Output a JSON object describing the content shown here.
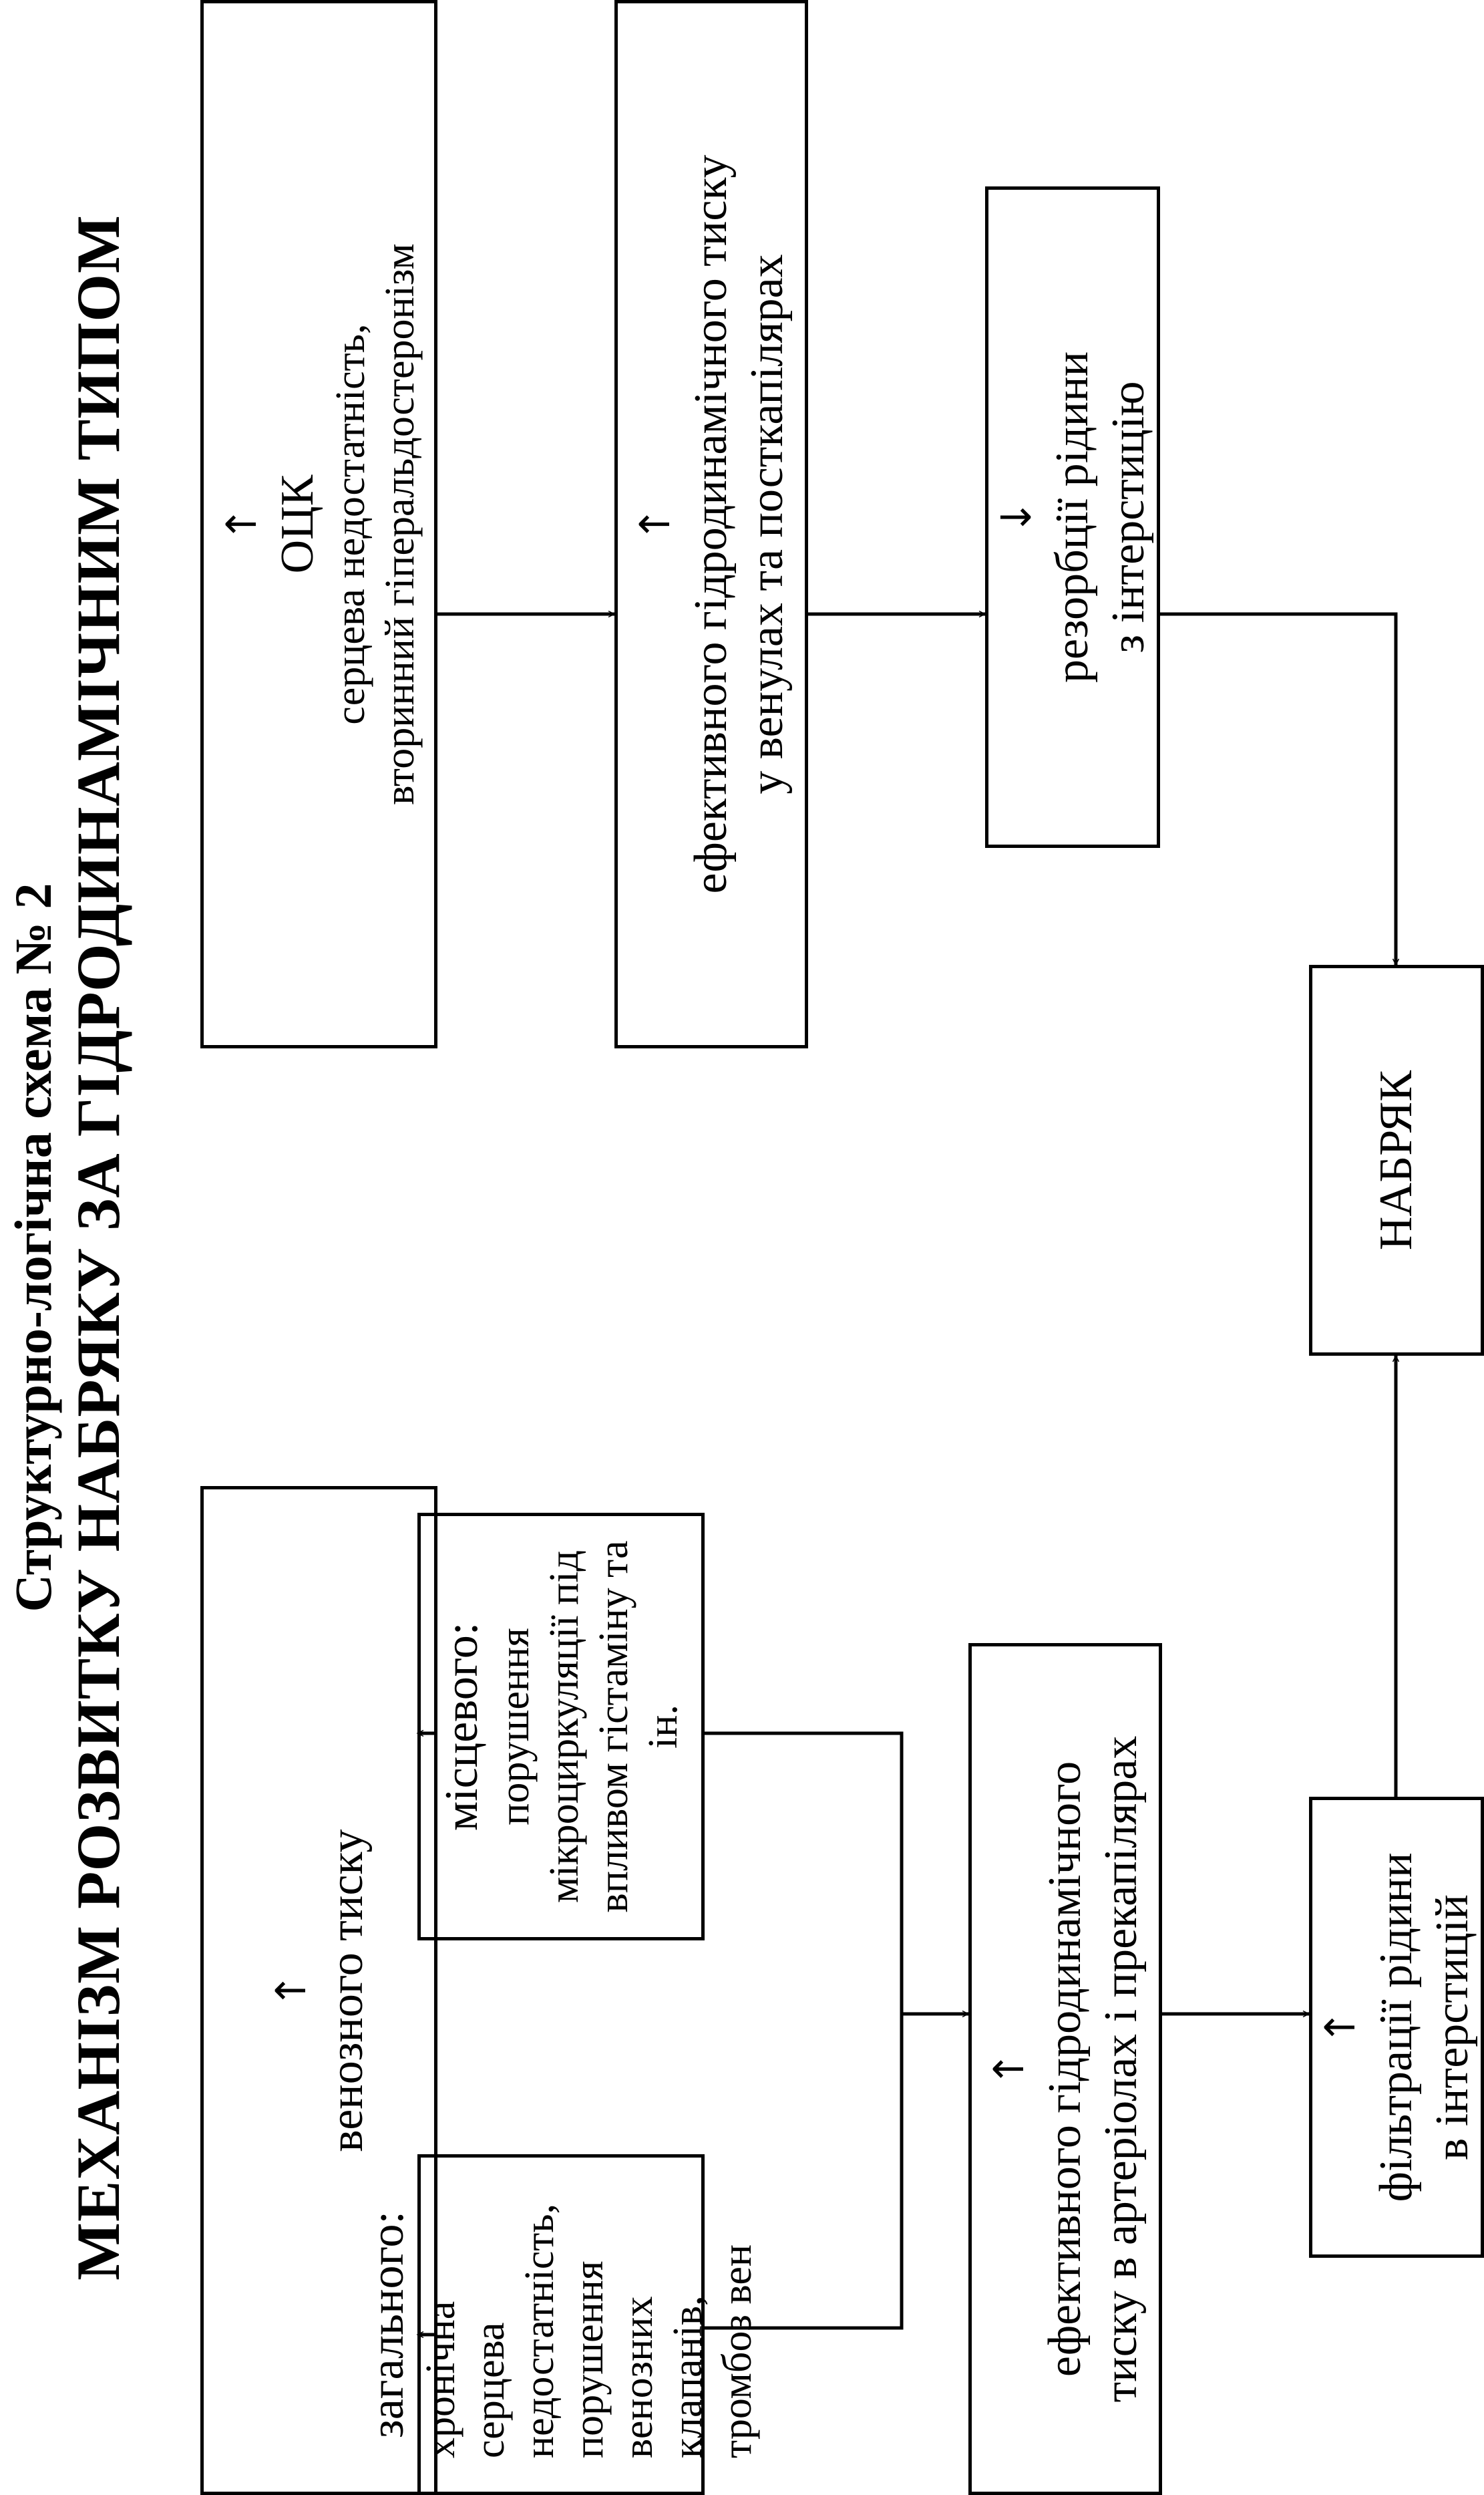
{
  "title": {
    "line1": "Структурно-логічна схема № 2",
    "line2": "МЕХАНІЗМ РОЗВИТКУ НАБРЯКУ ЗА ГІДРОДИНАМІЧНИМ ТИПОМ"
  },
  "boxes": {
    "venous_pressure": {
      "arrow": "↑",
      "text": "венозного тиску"
    },
    "general": {
      "heading": "загального:",
      "text": "хронічна серцева недостатність, порушення венозних клапанів, тромбоз вен"
    },
    "local": {
      "heading": "місцевого:",
      "text": "порушення мікроциркуляції під впливом гістаміну та ін."
    },
    "arterial_pressure": {
      "arrow": "↑",
      "line1": "ефективного гідродинамічного",
      "line2": "тиску в артеріолах і прекапілярах"
    },
    "filtration": {
      "arrow": "↑",
      "line1": "фільтрації рідини",
      "line2": "в інтерстицій"
    },
    "edema": {
      "text": "НАБРЯК"
    },
    "occ": {
      "arrow": "↑",
      "title": "ОЦК",
      "line1": "серцева недостатність,",
      "line2": "вторинний гіперальдостеронізм"
    },
    "venular_pressure": {
      "arrow": "↑",
      "line1": "ефективного гідродинамічного тиску",
      "line2": "у венулах та посткапілярах"
    },
    "reabsorption": {
      "arrow": "↓",
      "line1": "резорбції рідини",
      "line2": "з інтерстицію"
    }
  }
}
